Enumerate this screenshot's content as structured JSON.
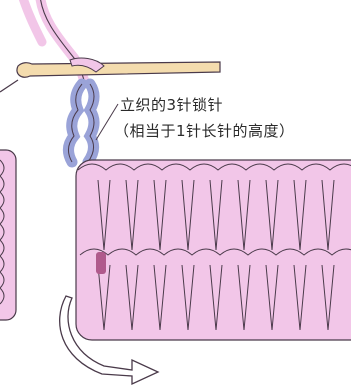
{
  "annotation": {
    "line1": "立织的3针锁针",
    "line2": "（相当于1针长针的高度）"
  },
  "colors": {
    "yarn_fill": "#f2c6e8",
    "yarn_outline": "#4a3a4a",
    "chain_fill": "#9aa3d8",
    "hook_fill": "#f4dcae",
    "stitch_dark": "#b05a8c",
    "arrow_fill": "#ffffff"
  },
  "icons": {
    "hook": "crochet-hook",
    "arrow": "turn-work-arrow"
  }
}
